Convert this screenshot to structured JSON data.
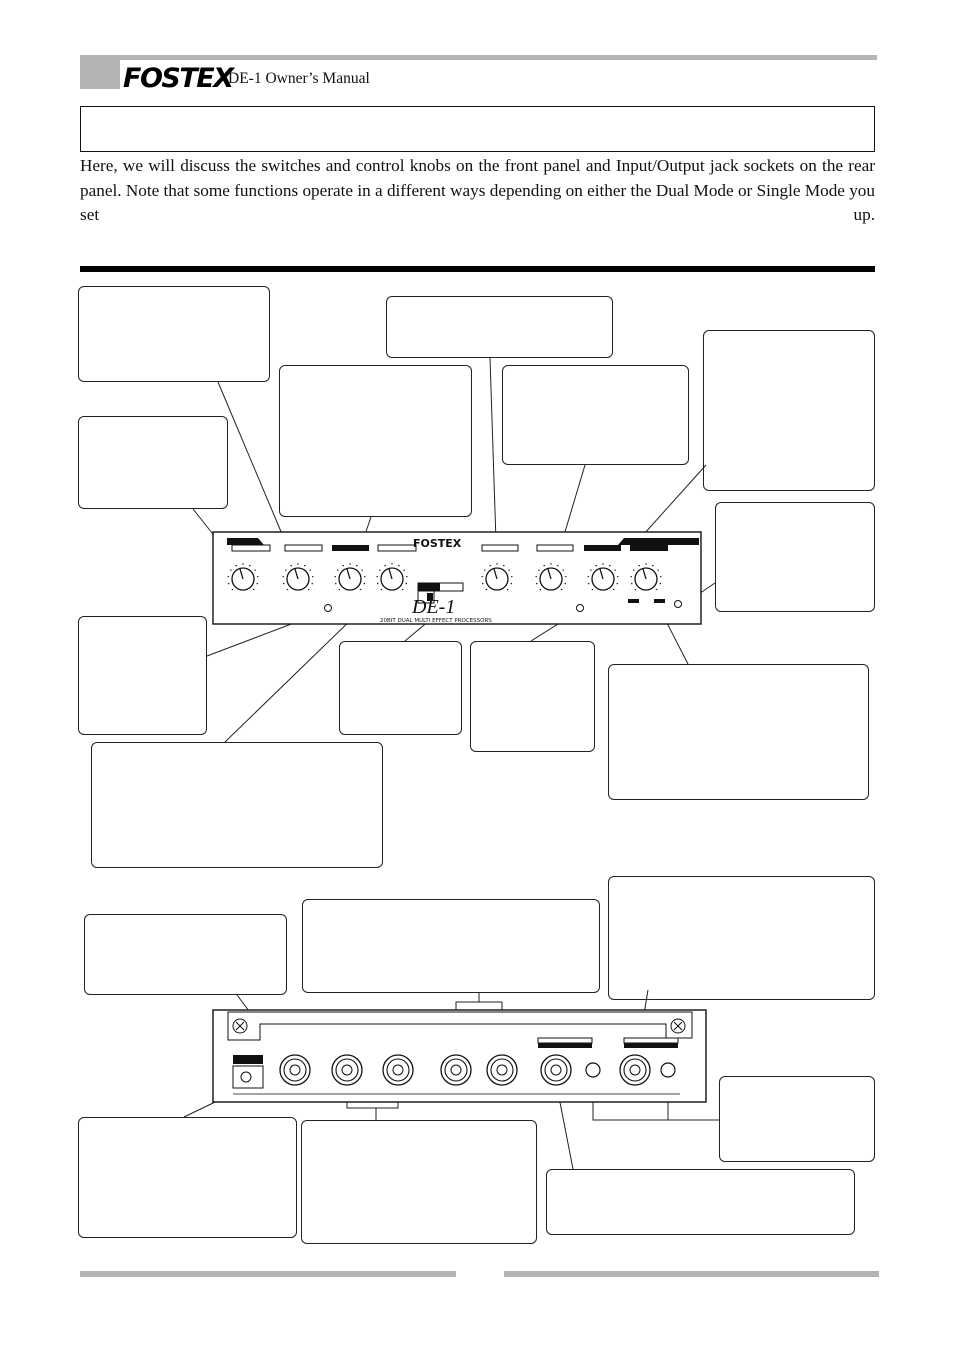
{
  "header": {
    "logo_text": "FOSTEX",
    "manual_label": "DE-1 Owner’s Manual"
  },
  "intro": {
    "text": "Here, we will discuss the switches and control knobs on the front panel and Input/Output jack sockets on the rear panel. Note that some functions operate in a different ways depending on either the Dual Mode or Single Mode you set up."
  },
  "front_panel": {
    "brand": "FOSTEX",
    "model": "DE-1",
    "tagline": "20BIT DUAL MULTI EFFECT PROCESSORS"
  },
  "colors": {
    "rule_gray": "#b4b4b4",
    "line": "#222222"
  }
}
